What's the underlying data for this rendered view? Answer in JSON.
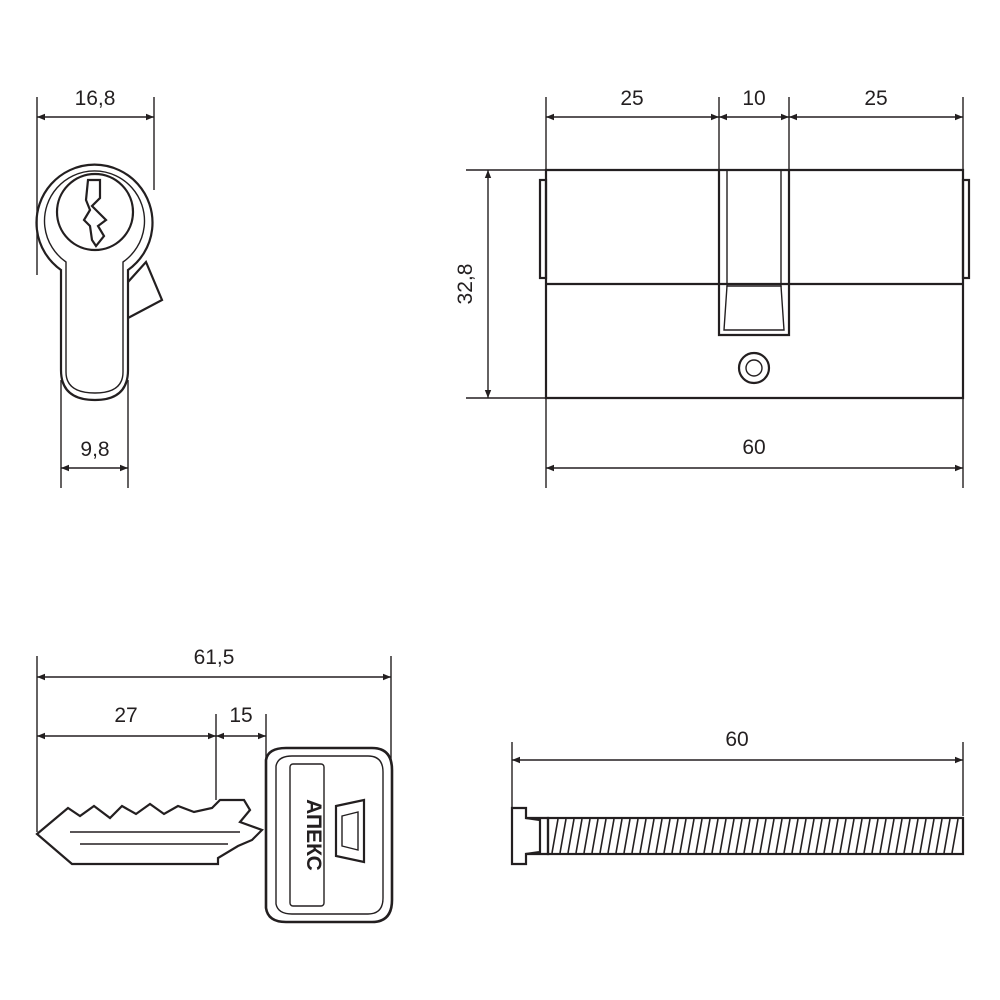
{
  "dimensions": {
    "front_width": "16,8",
    "front_bottom_width": "9,8",
    "side_left": "25",
    "side_middle": "10",
    "side_right": "25",
    "side_height": "32,8",
    "side_total": "60",
    "key_total": "61,5",
    "key_blade": "27",
    "key_shoulder": "15",
    "screw_length": "60"
  },
  "key_logo": "АПЕКС",
  "colors": {
    "line": "#231f20",
    "background": "#ffffff"
  }
}
